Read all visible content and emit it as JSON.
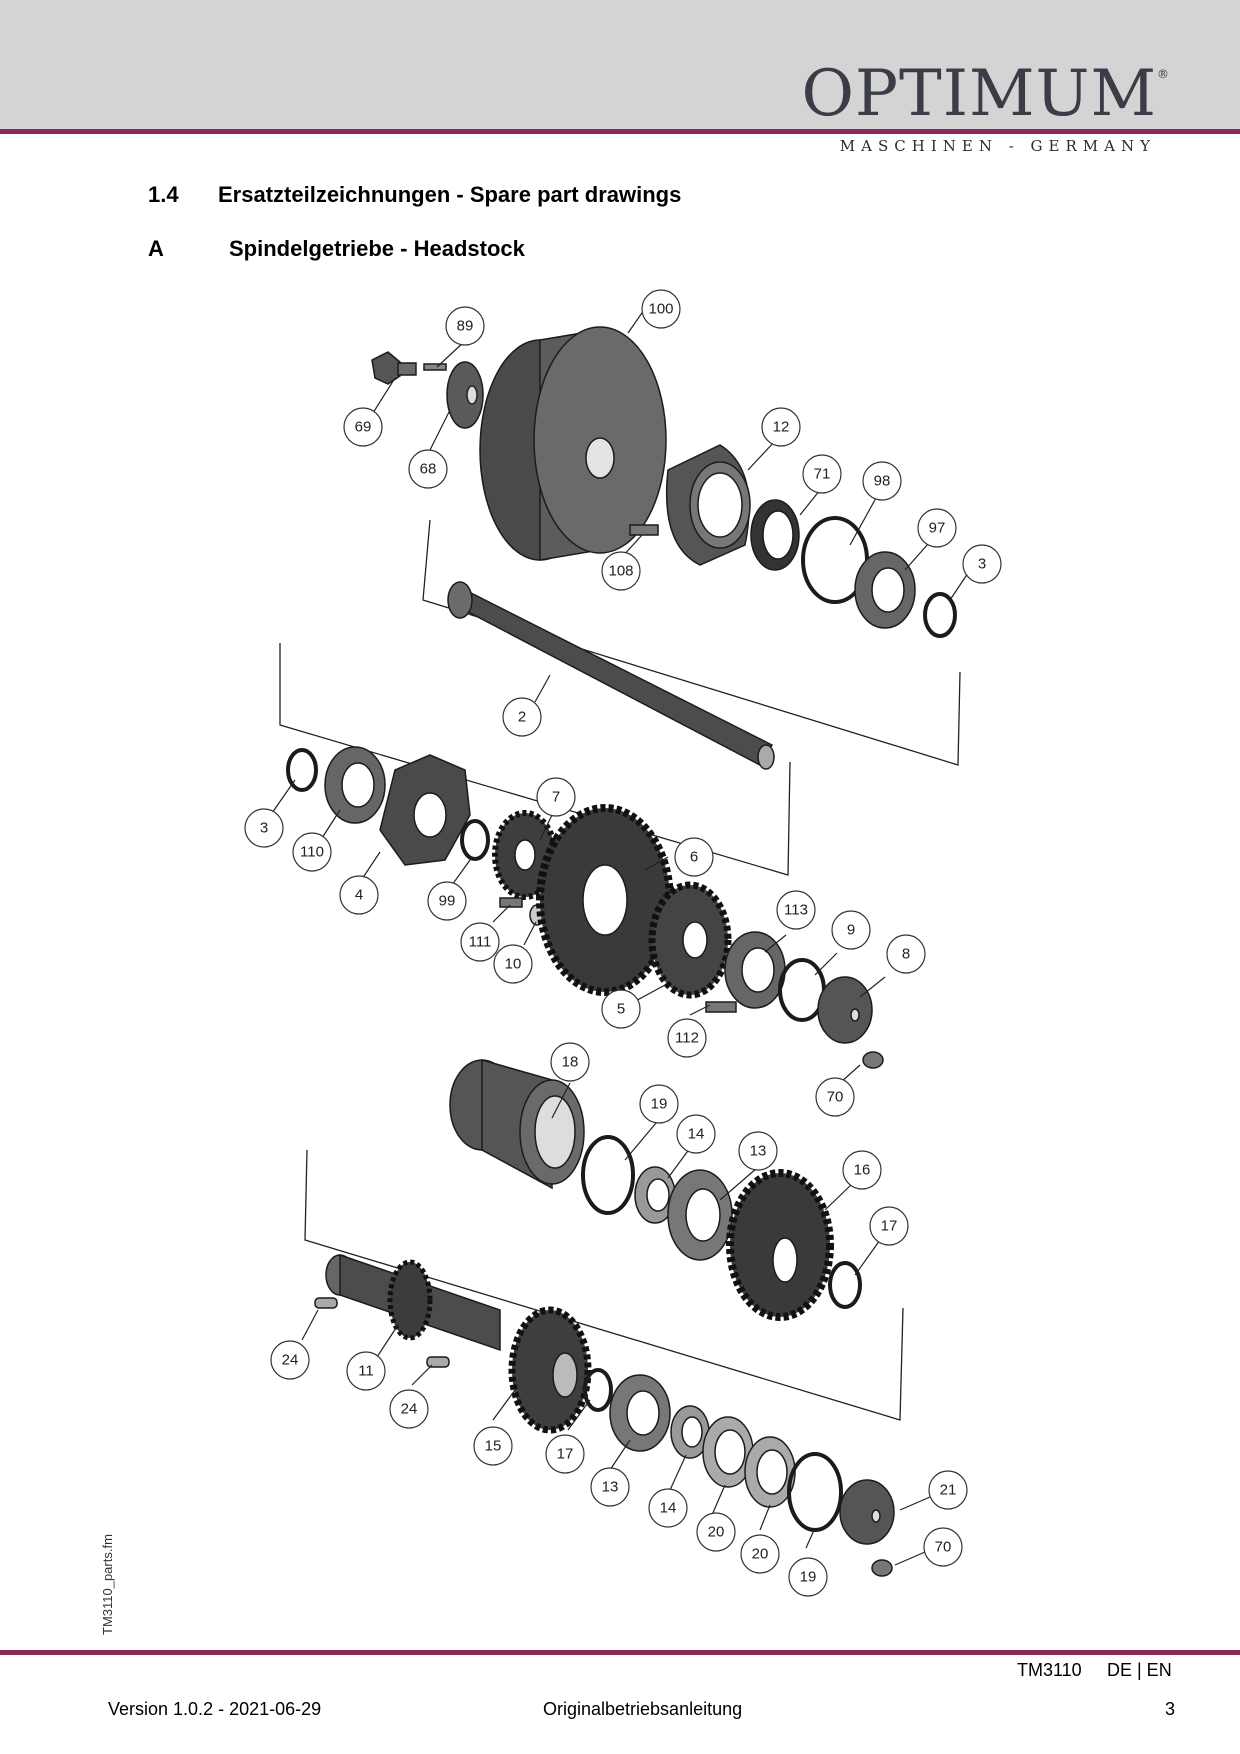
{
  "brand": {
    "name": "OPTIMUM",
    "reg": "®",
    "tagline": "MASCHINEN - GERMANY"
  },
  "section": {
    "number": "1.4",
    "title": "Ersatzteilzeichnungen - Spare part drawings"
  },
  "subsection": {
    "letter": "A",
    "title": "Spindelgetriebe - Headstock"
  },
  "side_label": "TM3110_parts.fm",
  "part_labels": [
    "100",
    "89",
    "69",
    "68",
    "12",
    "71",
    "98",
    "97",
    "3",
    "108",
    "2",
    "3",
    "110",
    "4",
    "7",
    "99",
    "6",
    "111",
    "10",
    "113",
    "9",
    "8",
    "5",
    "112",
    "70",
    "18",
    "19",
    "14",
    "13",
    "16",
    "17",
    "24",
    "11",
    "24",
    "15",
    "17",
    "13",
    "14",
    "20",
    "20",
    "19",
    "21",
    "70"
  ],
  "footer": {
    "model": "TM3110",
    "languages": "DE | EN",
    "version": "Version 1.0.2 - 2021-06-29",
    "doc_type": "Originalbetriebsanleitung",
    "page": "3"
  }
}
